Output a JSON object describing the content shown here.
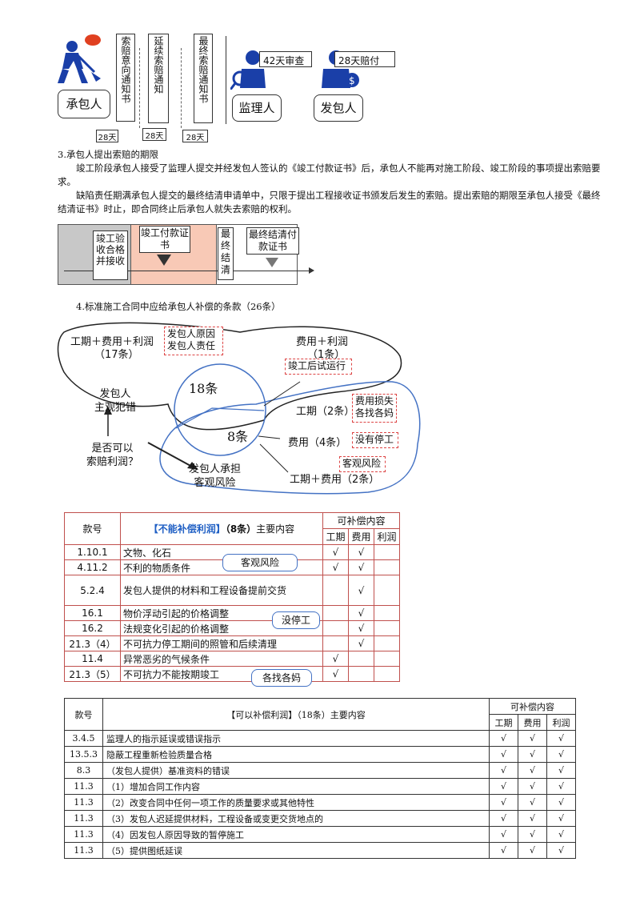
{
  "top_diagram": {
    "contractor_label": "承包人",
    "supervisor_label": "监理人",
    "employer_label": "发包人",
    "notice_intent": "索赔意向通知书",
    "notice_extended": "延续索赔通知",
    "notice_final": "最终索赔通知书",
    "days_1": "28天",
    "days_2": "28天",
    "days_3": "28天",
    "review_days": "42天审查",
    "pay_days": "28天赔付"
  },
  "section3": {
    "heading": "3.承包人提出索赔的期限",
    "para1": "竣工阶段承包人接受了监理人提交并经发包人签认的《竣工付款证书》后，承包人不能再对施工阶段、竣工阶段的事项提出索赔要求。",
    "para2": "缺陷责任期满承包人提交的最终结清申请单中，只限于提出工程接收证书颁发后发生的索赔。提出索赔的期限至承包人接受《最终结清证书》时止，即合同终止后承包人就失去索赔的权利。"
  },
  "timeline": {
    "box1": "竣工验收合格并接收",
    "box2": "竣工付款证书",
    "box3": "最终结清",
    "box4": "最终结清付款证书"
  },
  "section4": {
    "heading": "4.标准施工合同中应给承包人补偿的条款（26条）"
  },
  "circle_diagram": {
    "top_left_label": "工期＋费用＋利润",
    "top_left_count": "（17条）",
    "top_left_tag": "发包人原因\n发包人责任",
    "top_right_label": "费用＋利润",
    "top_right_count": "（1条）",
    "top_right_tag": "竣工后试运行",
    "center_upper": "18条",
    "center_lower": "8条",
    "left_fault": "发包人\n主观犯错",
    "question": "是否可以\n索赔利润？",
    "risk": "发包人承担\n客观风险",
    "r1_label": "工期（2条）",
    "r1_tag": "费用损失\n各找各妈",
    "r2_label": "费用（4条）",
    "r2_tag": "没有停工",
    "r3_tag": "客观风险",
    "r3_label": "工期＋费用（2条）"
  },
  "table1": {
    "col_no": "款号",
    "title_bracket": "【不能补偿利润】",
    "title_count": "（8条）",
    "title_rest": "主要内容",
    "col_comp": "可补偿内容",
    "col_time": "工期",
    "col_cost": "费用",
    "col_profit": "利润",
    "rows": [
      {
        "no": "1.10.1",
        "content": "文物、化石",
        "time": "√",
        "cost": "√",
        "profit": ""
      },
      {
        "no": "4.11.2",
        "content": "不利的物质条件",
        "time": "√",
        "cost": "√",
        "profit": ""
      },
      {
        "no": "5.2.4",
        "content": "发包人提供的材料和工程设备提前交货",
        "time": "",
        "cost": "√",
        "profit": ""
      },
      {
        "no": "16.1",
        "content": "物价浮动引起的价格调整",
        "time": "",
        "cost": "√",
        "profit": ""
      },
      {
        "no": "16.2",
        "content": "法规变化引起的价格调整",
        "time": "",
        "cost": "√",
        "profit": ""
      },
      {
        "no": "21.3（4）",
        "content": "不可抗力停工期间的照管和后续清理",
        "time": "",
        "cost": "√",
        "profit": ""
      },
      {
        "no": "11.4",
        "content": "异常恶劣的气候条件",
        "time": "√",
        "cost": "",
        "profit": ""
      },
      {
        "no": "21.3（5）",
        "content": "不可抗力不能按期竣工",
        "time": "√",
        "cost": "",
        "profit": ""
      }
    ],
    "bubble1": "客观风险",
    "bubble2": "没停工",
    "bubble3": "各找各妈"
  },
  "table2": {
    "col_no": "款号",
    "title": "【可以补偿利润】（18条）主要内容",
    "col_comp": "可补偿内容",
    "col_time": "工期",
    "col_cost": "费用",
    "col_profit": "利润",
    "rows": [
      {
        "no": "3.4.5",
        "content": "监理人的指示延误或错误指示",
        "time": "√",
        "cost": "√",
        "profit": "√"
      },
      {
        "no": "13.5.3",
        "content": "隐蔽工程重新检验质量合格",
        "time": "√",
        "cost": "√",
        "profit": "√"
      },
      {
        "no": "8.3",
        "content": "（发包人提供）基准资料的错误",
        "time": "√",
        "cost": "√",
        "profit": "√"
      },
      {
        "no": "11.3",
        "content": "（1）增加合同工作内容",
        "time": "√",
        "cost": "√",
        "profit": "√"
      },
      {
        "no": "11.3",
        "content": "（2）改变合同中任何一项工作的质量要求或其他特性",
        "time": "√",
        "cost": "√",
        "profit": "√"
      },
      {
        "no": "11.3",
        "content": "（3）发包人迟延提供材料，工程设备或变更交货地点的",
        "time": "√",
        "cost": "√",
        "profit": "√"
      },
      {
        "no": "11.3",
        "content": "（4）因发包人原因导致的暂停施工",
        "time": "√",
        "cost": "√",
        "profit": "√"
      },
      {
        "no": "11.3",
        "content": "（5）提供图纸延误",
        "time": "√",
        "cost": "√",
        "profit": "√"
      }
    ]
  }
}
